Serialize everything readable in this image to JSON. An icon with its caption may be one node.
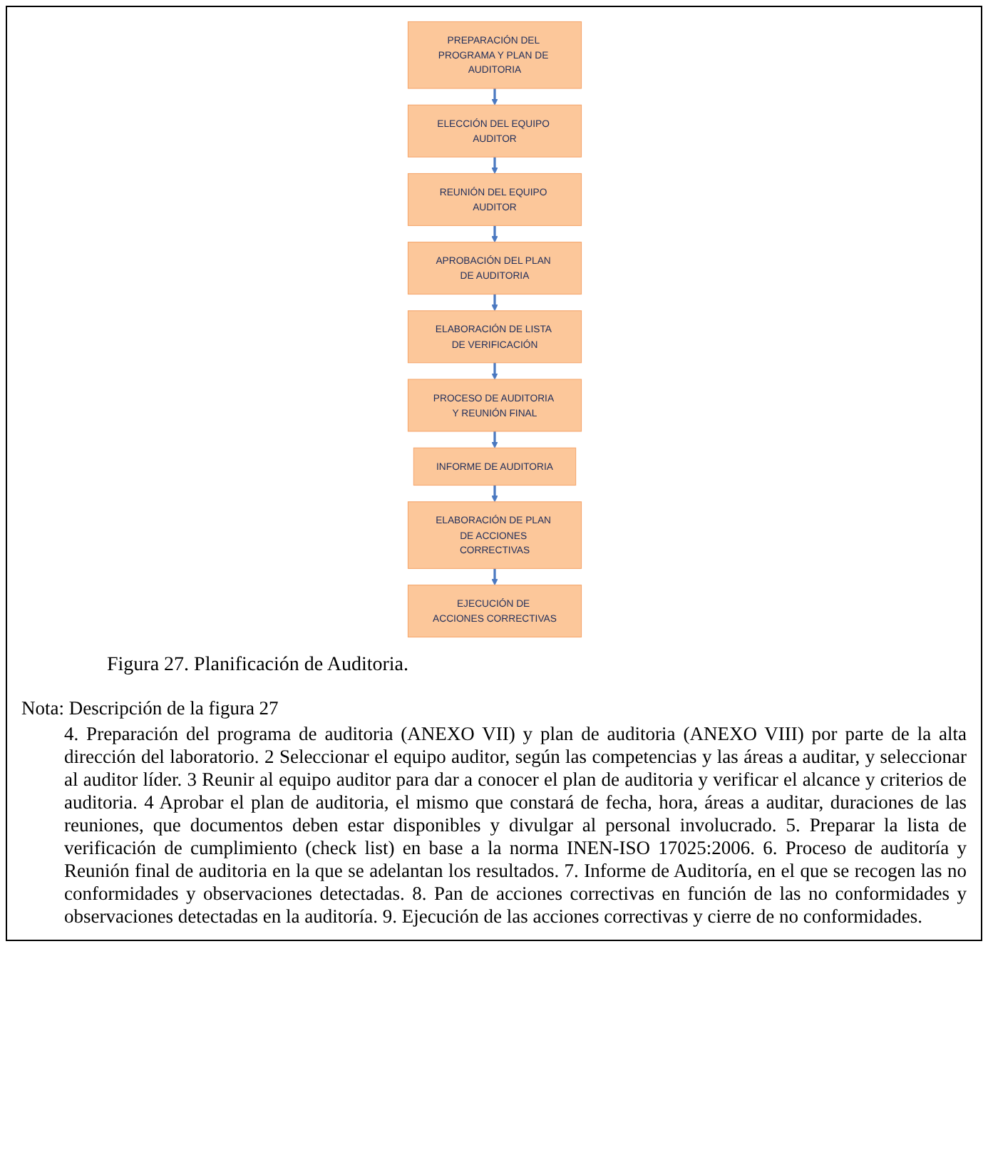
{
  "diagram": {
    "caption": "Figura 27. Planificación de Auditoria.",
    "nodes": [
      {
        "text": [
          "PREPARACIÓN DEL PROGRAMA Y PLAN DE AUDITORIA"
        ]
      },
      {
        "text": [
          "ELECCIÓN DEL EQUIPO AUDITOR"
        ]
      },
      {
        "text": [
          "REUNIÓN DEL EQUIPO AUDITOR"
        ]
      },
      {
        "text": [
          "APROBACIÓN DEL PLAN DE AUDITORIA"
        ]
      },
      {
        "text": [
          "ELABORACIÓN DE LISTA DE VERIFICACIÓN"
        ]
      },
      {
        "text": [
          "PROCESO DE AUDITORIA Y REUNIÓN FINAL"
        ]
      },
      {
        "text": [
          "INFORME DE AUDITORIA"
        ]
      },
      {
        "text": [
          "ELABORACIÓN DE PLAN DE ACCIONES CORRECTIVAS"
        ]
      },
      {
        "text": [
          "EJECUCIÓN DE ACCIONES CORRECTIVAS"
        ]
      }
    ],
    "edges": [
      {
        "from": 0,
        "to": 1,
        "arrow": "to"
      },
      {
        "from": 1,
        "to": 2,
        "arrow": "to"
      },
      {
        "from": 2,
        "to": 3,
        "arrow": "to"
      },
      {
        "from": 3,
        "to": 4,
        "arrow": "to"
      },
      {
        "from": 4,
        "to": 5,
        "arrow": "to"
      },
      {
        "from": 5,
        "to": 6,
        "arrow": "to"
      },
      {
        "from": 6,
        "to": 7,
        "arrow": "to"
      },
      {
        "from": 7,
        "to": 8,
        "arrow": "to"
      }
    ],
    "labels": [
      "Nota: Descripción de la figura 27",
      "4. Preparación del programa de auditoria (ANEXO VII) y plan de auditoria (ANEXO VIII) por parte de la alta dirección del laboratorio. 2 Seleccionar el equipo auditor, según las competencias y las áreas a auditar, y seleccionar al auditor líder. 3 Reunir al equipo auditor para dar a conocer el plan de auditoria y verificar el alcance y criterios de auditoria. 4 Aprobar el plan de auditoria, el mismo que constará de fecha, hora, áreas a auditar, duraciones de las reuniones, que documentos deben estar disponibles y divulgar al personal involucrado. 5. Preparar la lista de verificación de cumplimiento (check list) en base a la norma INEN-ISO 17025:2006. 6. Proceso de auditoría y Reunión final de auditoria en la que se adelantan los resultados. 7. Informe de Auditoría, en el que se recogen las no conformidades y observaciones detectadas. 8. Pan de acciones correctivas en función de las no conformidades y observaciones detectadas en la auditoría. 9. Ejecución de las acciones correctivas y cierre de no conformidades."
    ]
  }
}
